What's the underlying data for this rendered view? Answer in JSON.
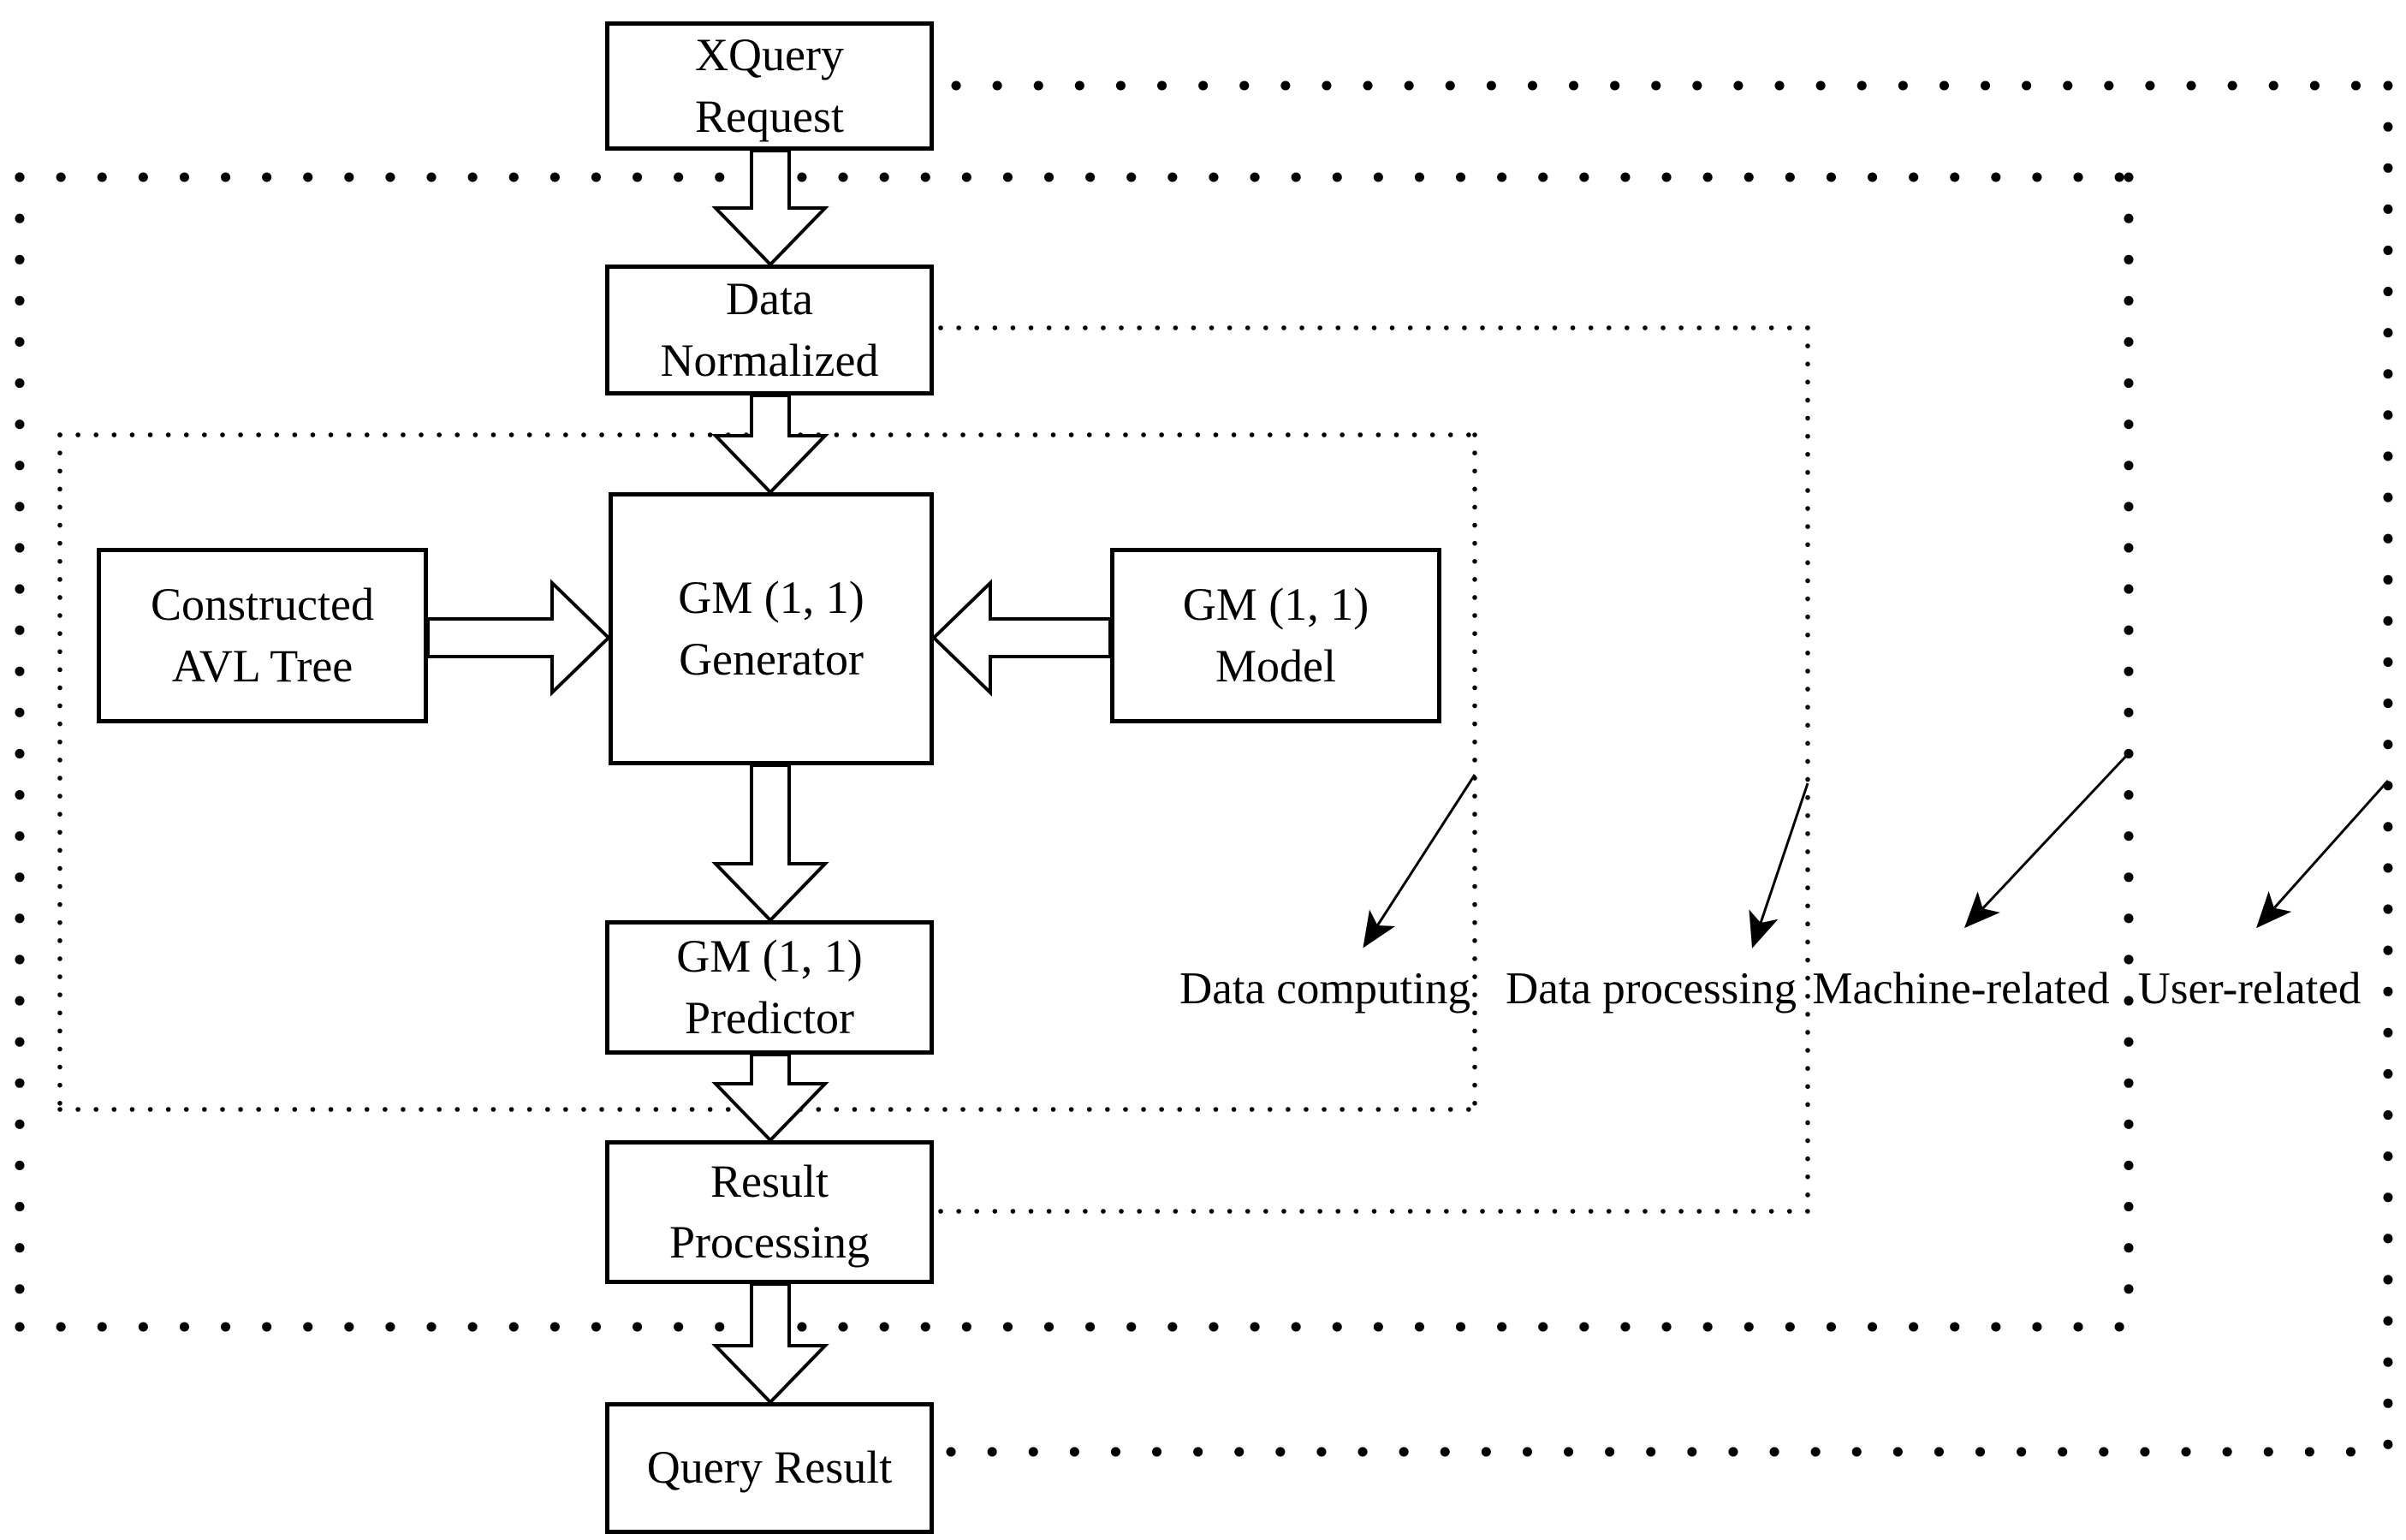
{
  "colors": {
    "ink": "#000000",
    "paper": "#ffffff"
  },
  "boxes": {
    "xquery": {
      "lines": [
        "XQuery",
        "Request"
      ]
    },
    "normalized": {
      "lines": [
        "Data",
        "Normalized"
      ]
    },
    "generator": {
      "lines": [
        "GM (1, 1)",
        "Generator"
      ]
    },
    "avl": {
      "lines": [
        "Constructed",
        "AVL Tree"
      ]
    },
    "model": {
      "lines": [
        "GM (1, 1)",
        "Model"
      ]
    },
    "predictor": {
      "lines": [
        "GM (1, 1)",
        "Predictor"
      ]
    },
    "result": {
      "lines": [
        "Result",
        "Processing"
      ]
    },
    "query": {
      "lines": [
        "Query Result"
      ]
    }
  },
  "region_labels": {
    "data_computing": "Data computing",
    "data_processing": "Data processing",
    "machine_related": "Machine-related",
    "user_related": "User-related"
  }
}
